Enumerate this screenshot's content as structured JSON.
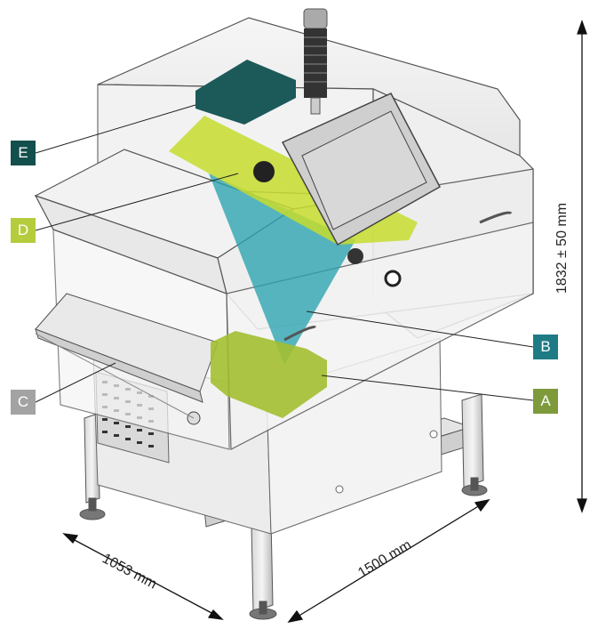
{
  "callouts": {
    "A": {
      "label": "A",
      "color": "#7e9a3a"
    },
    "B": {
      "label": "B",
      "color": "#1e7b86"
    },
    "C": {
      "label": "C",
      "color": "#a3a3a3"
    },
    "D": {
      "label": "D",
      "color": "#b5cc3d"
    },
    "E": {
      "label": "E",
      "color": "#134f4c"
    }
  },
  "dimensions": {
    "height": "1832 ± 50 mm",
    "width": "1500 mm",
    "depth": "1053 mm"
  },
  "colors": {
    "beam": "#2aa3b0",
    "detector": "#c7dc2e",
    "detector_dark": "#9bb527",
    "source": "#1c5a5a",
    "frame": "#9a9a9a",
    "body": "#f0f0f0"
  }
}
